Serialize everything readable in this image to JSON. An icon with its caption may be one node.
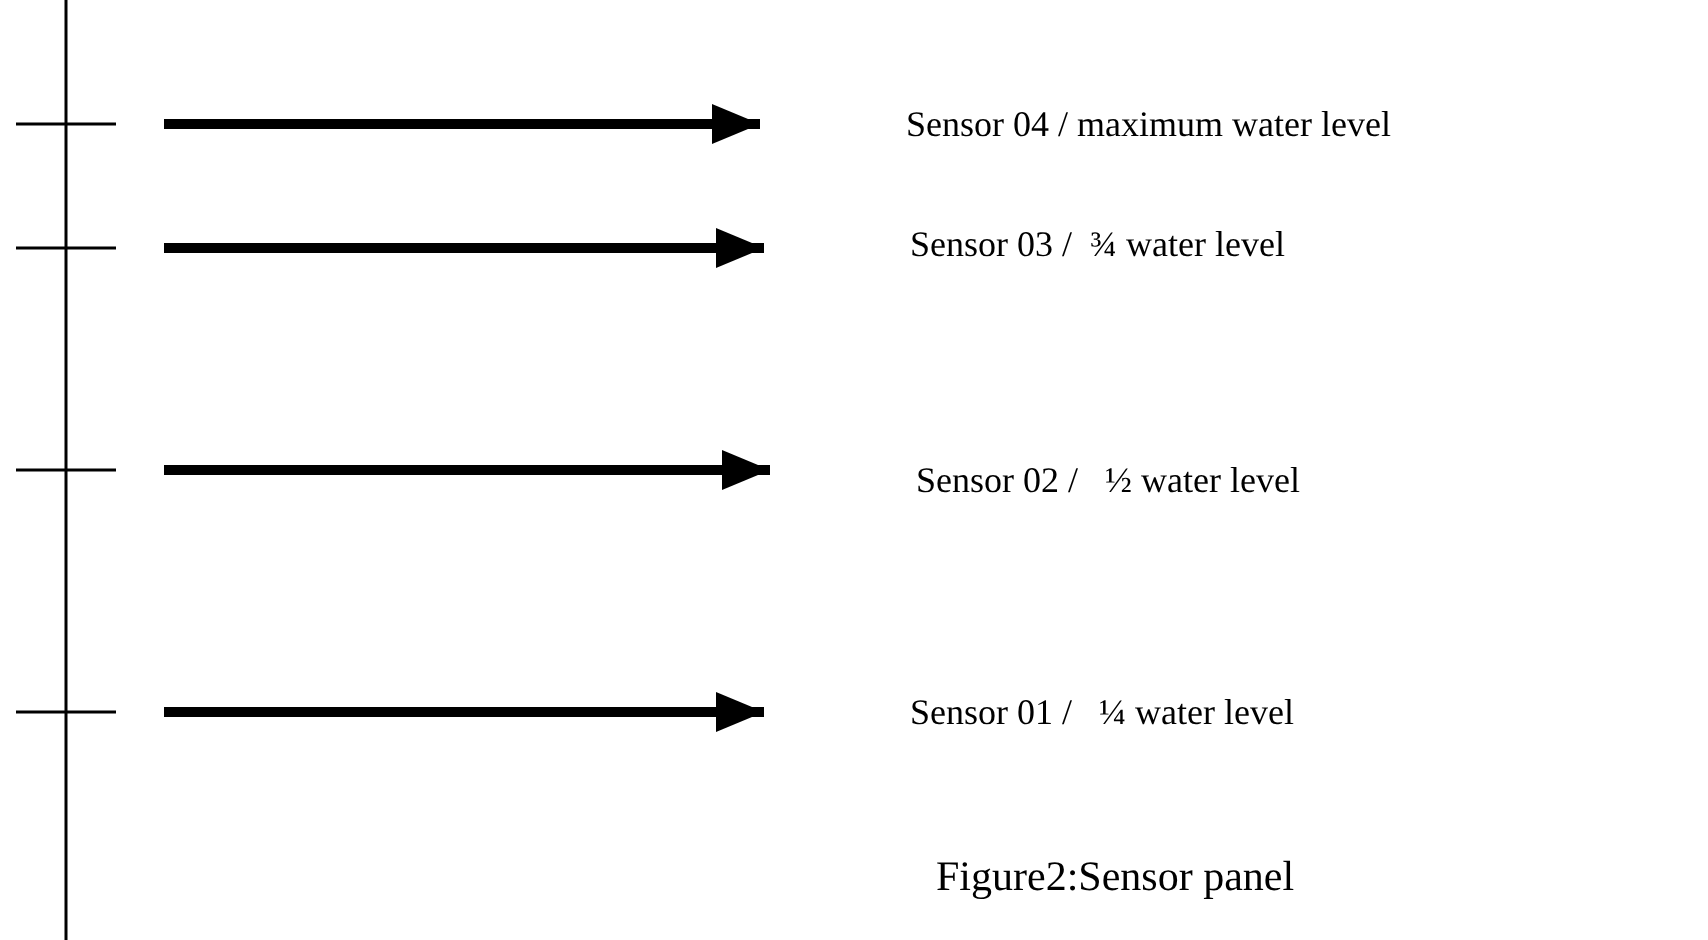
{
  "diagram": {
    "caption": "Figure2:Sensor panel",
    "nodes": [
      {
        "text": [
          "Sensor 04 / maximum water level"
        ]
      },
      {
        "text": [
          "Sensor 03 /  ¾ water level"
        ]
      },
      {
        "text": [
          "Sensor 02 /   ½ water level"
        ]
      },
      {
        "text": [
          "Sensor 01 /   ¼ water level"
        ]
      }
    ],
    "edges": [
      {
        "from": null,
        "to": 0,
        "arrow": "to"
      },
      {
        "from": null,
        "to": 1,
        "arrow": "to"
      },
      {
        "from": null,
        "to": 2,
        "arrow": "to"
      },
      {
        "from": null,
        "to": 3,
        "arrow": "to"
      }
    ]
  }
}
